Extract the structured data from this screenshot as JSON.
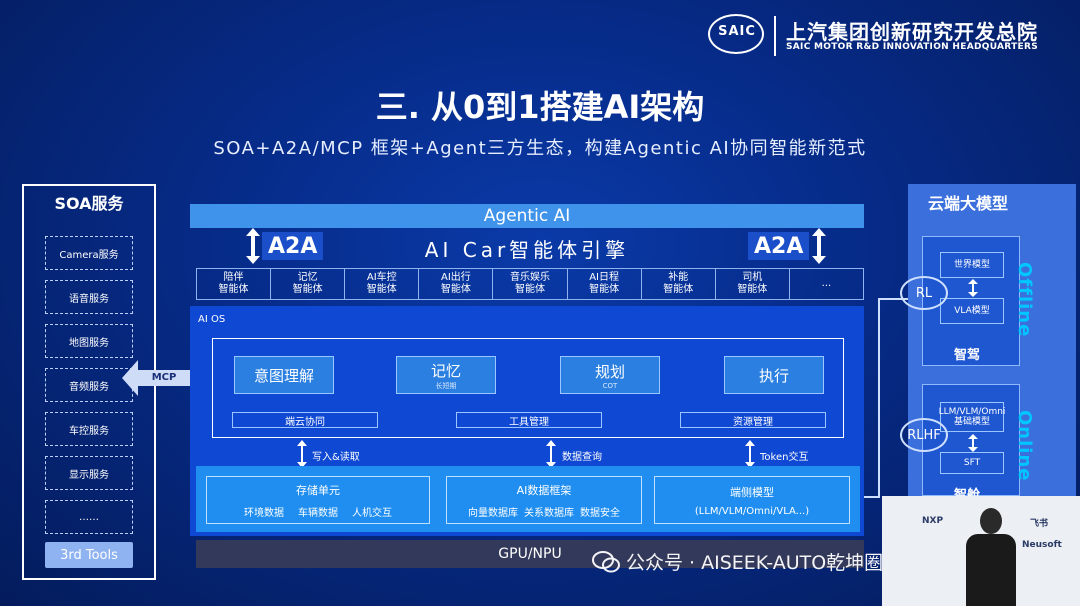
{
  "header": {
    "logo_text": "SAIC",
    "org_cn": "上汽集团创新研究开发总院",
    "org_en": "SAIC MOTOR R&D INNOVATION HEADQUARTERS"
  },
  "title": "三. 从0到1搭建AI架构",
  "subtitle": "SOA+A2A/MCP 框架+Agent三方生态，构建Agentic AI协同智能新范式",
  "soa": {
    "title": "SOA服务",
    "items": [
      "Camera服务",
      "语音服务",
      "地图服务",
      "音频服务",
      "车控服务",
      "显示服务",
      "……"
    ],
    "tools": "3rd Tools"
  },
  "mcp_label": "MCP",
  "agentic": {
    "bar": "Agentic AI",
    "engine": "AI Car智能体引擎",
    "a2a_left": "A2A",
    "a2a_right": "A2A",
    "agents": [
      [
        "陪伴",
        "智能体"
      ],
      [
        "记忆",
        "智能体"
      ],
      [
        "AI车控",
        "智能体"
      ],
      [
        "AI出行",
        "智能体"
      ],
      [
        "音乐娱乐",
        "智能体"
      ],
      [
        "AI日程",
        "智能体"
      ],
      [
        "补能",
        "智能体"
      ],
      [
        "司机",
        "智能体"
      ],
      [
        "...",
        ""
      ]
    ]
  },
  "aios": {
    "label": "AI OS",
    "functions": [
      {
        "name": "意图理解",
        "sub": ""
      },
      {
        "name": "记忆",
        "sub": "长短期"
      },
      {
        "name": "规划",
        "sub": "COT"
      },
      {
        "name": "执行",
        "sub": ""
      }
    ],
    "tools": [
      "端云协同",
      "工具管理",
      "资源管理"
    ],
    "connectors": [
      "写入&读取",
      "数据查询",
      "Token交互"
    ],
    "storage": [
      {
        "title": "存储单元",
        "items": [
          "环境数据",
          "车辆数据",
          "人机交互"
        ]
      },
      {
        "title": "AI数据框架",
        "items": [
          "向量数据库",
          "关系数据库",
          "数据安全"
        ]
      },
      {
        "title": "端侧模型",
        "items": [
          "(LLM/VLM/Omni/VLA...)"
        ]
      }
    ],
    "gpu": "GPU/NPU"
  },
  "cloud": {
    "title": "云端大模型",
    "offline": "Offline",
    "online": "Online",
    "offline_models": [
      "世界模型",
      "VLA模型"
    ],
    "offline_label": "智驾",
    "online_models": [
      "LLM/VLM/Omni\n基础模型",
      "SFT"
    ],
    "online_label": "智舱",
    "rl": "RL",
    "rlhf": "RLHF"
  },
  "watermark": "公众号 · AISEEK-AUTO乾坤圈",
  "sponsors": [
    "NXP",
    "Neusoft",
    "飞书"
  ]
}
